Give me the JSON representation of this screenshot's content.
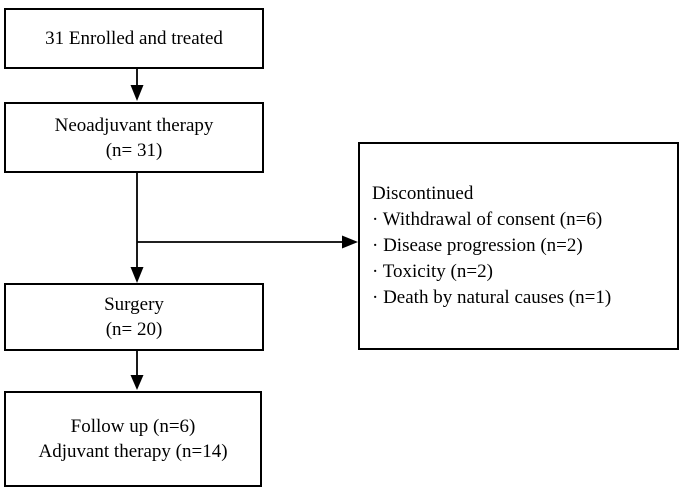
{
  "diagram": {
    "colors": {
      "background": "#ffffff",
      "border": "#000000",
      "text": "#000000"
    },
    "boxes": {
      "enrolled": {
        "line1": "31 Enrolled and treated"
      },
      "neoadjuvant": {
        "line1": "Neoadjuvant therapy",
        "line2": "(n= 31)"
      },
      "surgery": {
        "line1": "Surgery",
        "line2": "(n= 20)"
      },
      "followup": {
        "line1": "Follow up (n=6)",
        "line2": "Adjuvant therapy (n=14)"
      },
      "discontinued": {
        "title": "Discontinued",
        "items": [
          "· Withdrawal of consent (n=6)",
          "· Disease progression (n=2)",
          "· Toxicity (n=2)",
          "· Death by natural causes (n=1)"
        ]
      }
    }
  }
}
